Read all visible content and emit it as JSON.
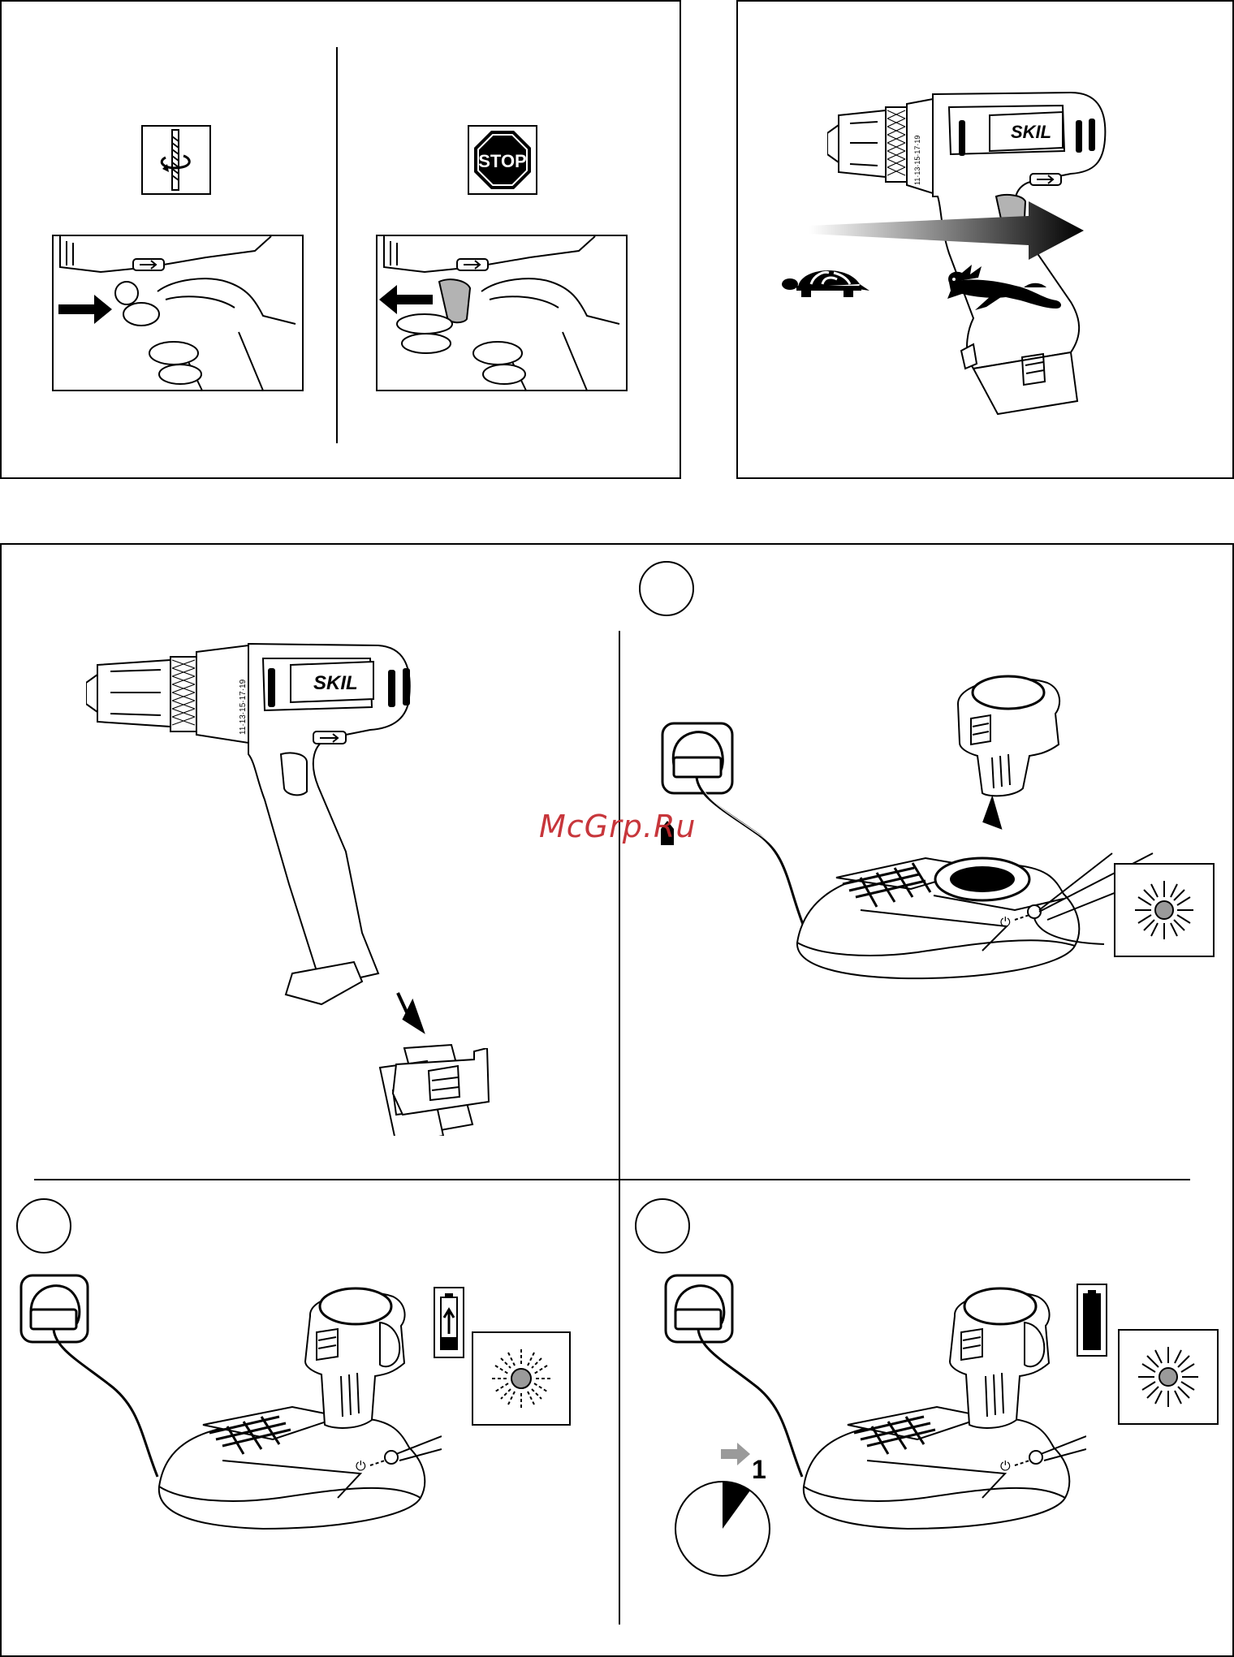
{
  "brand": {
    "logo": "SKIL"
  },
  "stop_sign": {
    "label": "STOP"
  },
  "timer": {
    "value": "1"
  },
  "watermark": {
    "text": "McGrp.Ru"
  },
  "icons": {
    "rotation": "drill-bit-rotation-icon",
    "stop": "stop-sign-icon",
    "slow": "turtle-icon",
    "fast": "rabbit-icon",
    "power_plug": "power-plug-icon",
    "battery_charging": "battery-charging-icon",
    "battery_full": "battery-full-icon",
    "indicator_light": "indicator-light-icon",
    "clock": "clock-icon"
  },
  "colors": {
    "line": "#000000",
    "trigger_grey": "#b3b3b3",
    "led_grey": "#9a9a9a",
    "watermark": "#c3262b"
  }
}
